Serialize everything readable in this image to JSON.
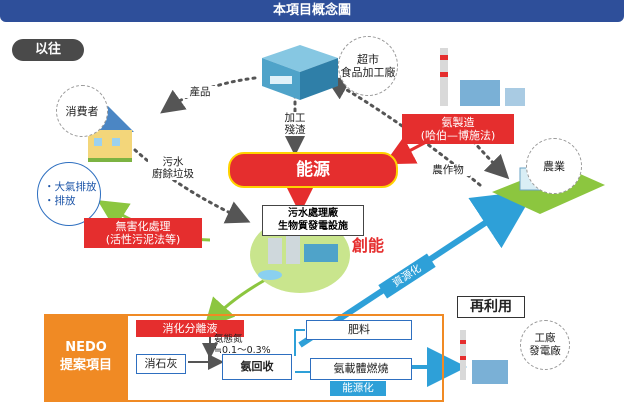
{
  "title": "本項目概念圖",
  "past_label": "以往",
  "nodes": {
    "supermarket": "超市\n食品加工廠",
    "consumer": "消費者",
    "agriculture": "農業",
    "products": "產品",
    "processing_residue": "加工\n殘渣",
    "ammonia_make": "氨製造\n(哈伯—博施法)",
    "crops": "農作物",
    "energy": "能源",
    "sewage_food_waste": "污水\n廚餘垃圾",
    "atmosphere_emission": "・大氣排放",
    "emission": "・排放",
    "detox_treatment": "無害化處理\n(活性污泥法等)",
    "sewage_plant": "污水處理廠\n生物質發電設施",
    "create_energy": "創能"
  },
  "nedo": {
    "label": "NEDO\n提案項目",
    "digestion_separation": "消化分離液",
    "ammonia_nitrogen": "氨態氮\n≒0.1～0.3%",
    "slaked_lime": "消石灰",
    "ammonia_recovery": "氨回收",
    "fertilizer": "肥料",
    "ammonia_fuel": "氨載體燃燒",
    "energy_conversion": "能源化",
    "resource_conversion": "資源化",
    "reuse": "再利用",
    "factory_power": "工廠\n發電廠"
  },
  "colors": {
    "title_bar": "#2e4f9a",
    "energy_red": "#e52e2e",
    "energy_border": "#ffd200",
    "nedo_orange": "#f08a24",
    "flow_blue": "#2ea0d8",
    "green_arrow": "#8cc63f"
  }
}
